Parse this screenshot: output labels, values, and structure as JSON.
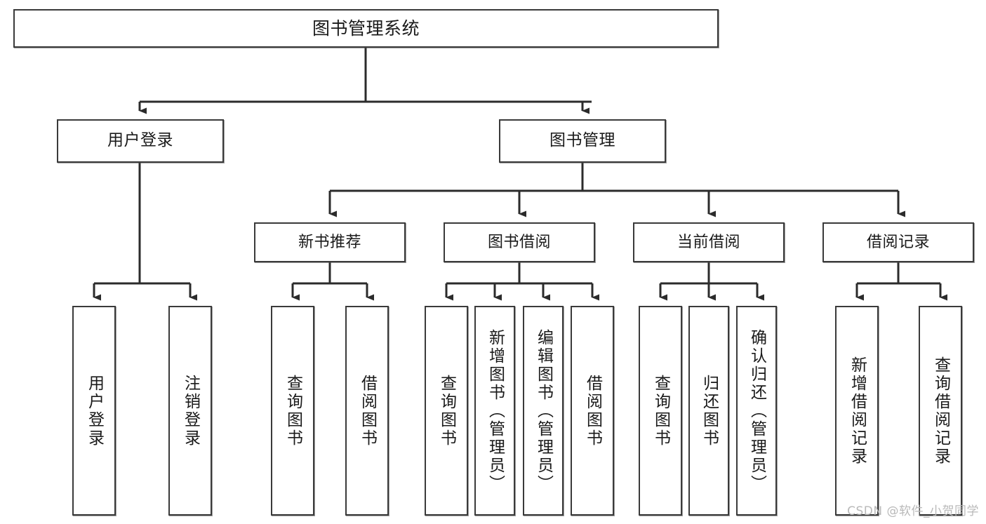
{
  "diagram": {
    "title": "图书管理系统",
    "watermark": "CSDN @软件_小贺同学",
    "colors": {
      "background": "#ffffff",
      "box_border": "#3a3a3a",
      "box_fill": "#ffffff",
      "connector": "#2b2b2b",
      "text": "#1a1a1a",
      "watermark": "#b9b9b9"
    },
    "levels": {
      "root": [
        "图书管理系统"
      ],
      "level1": [
        "用户登录",
        "图书管理"
      ],
      "level2": [
        "新书推荐",
        "图书借阅",
        "当前借阅",
        "借阅记录"
      ],
      "leaves": [
        "用户登录",
        "注销登录",
        "查询图书",
        "借阅图书",
        "查询图书",
        "新增图书（管理员）",
        "编辑图书（管理员）",
        "借阅图书",
        "查询图书",
        "归还图书",
        "确认归还（管理员）",
        "新增借阅记录",
        "查询借阅记录"
      ]
    },
    "nodes": {
      "root": {
        "label": "图书管理系统"
      },
      "user_login": {
        "label": "用户登录"
      },
      "book_manage": {
        "label": "图书管理"
      },
      "new_book_rec": {
        "label": "新书推荐"
      },
      "book_borrow": {
        "label": "图书借阅"
      },
      "current_borrow": {
        "label": "当前借阅"
      },
      "borrow_record": {
        "label": "借阅记录"
      },
      "leaf_user_login": {
        "label": "用户登录"
      },
      "leaf_user_logout": {
        "label": "注销登录"
      },
      "leaf_rec_query": {
        "label": "查询图书"
      },
      "leaf_rec_borrow": {
        "label": "借阅图书"
      },
      "leaf_borrow_query": {
        "label": "查询图书"
      },
      "leaf_borrow_add": {
        "label": "新增图书（管理员）"
      },
      "leaf_borrow_edit": {
        "label": "编辑图书（管理员）"
      },
      "leaf_borrow_do": {
        "label": "借阅图书"
      },
      "leaf_cur_query": {
        "label": "查询图书"
      },
      "leaf_cur_return": {
        "label": "归还图书"
      },
      "leaf_cur_confirm": {
        "label": "确认归还（管理员）"
      },
      "leaf_rec_add": {
        "label": "新增借阅记录"
      },
      "leaf_rec_search": {
        "label": "查询借阅记录"
      }
    },
    "edges": [
      {
        "from": "图书管理系统",
        "to": "用户登录"
      },
      {
        "from": "图书管理系统",
        "to": "图书管理"
      },
      {
        "from": "用户登录",
        "to": "用户登录"
      },
      {
        "from": "用户登录",
        "to": "注销登录"
      },
      {
        "from": "图书管理",
        "to": "新书推荐"
      },
      {
        "from": "图书管理",
        "to": "图书借阅"
      },
      {
        "from": "图书管理",
        "to": "当前借阅"
      },
      {
        "from": "图书管理",
        "to": "借阅记录"
      },
      {
        "from": "新书推荐",
        "to": "查询图书"
      },
      {
        "from": "新书推荐",
        "to": "借阅图书"
      },
      {
        "from": "图书借阅",
        "to": "查询图书"
      },
      {
        "from": "图书借阅",
        "to": "新增图书（管理员）"
      },
      {
        "from": "图书借阅",
        "to": "编辑图书（管理员）"
      },
      {
        "from": "图书借阅",
        "to": "借阅图书"
      },
      {
        "from": "当前借阅",
        "to": "查询图书"
      },
      {
        "from": "当前借阅",
        "to": "归还图书"
      },
      {
        "from": "当前借阅",
        "to": "确认归还（管理员）"
      },
      {
        "from": "借阅记录",
        "to": "新增借阅记录"
      },
      {
        "from": "借阅记录",
        "to": "查询借阅记录"
      }
    ]
  }
}
